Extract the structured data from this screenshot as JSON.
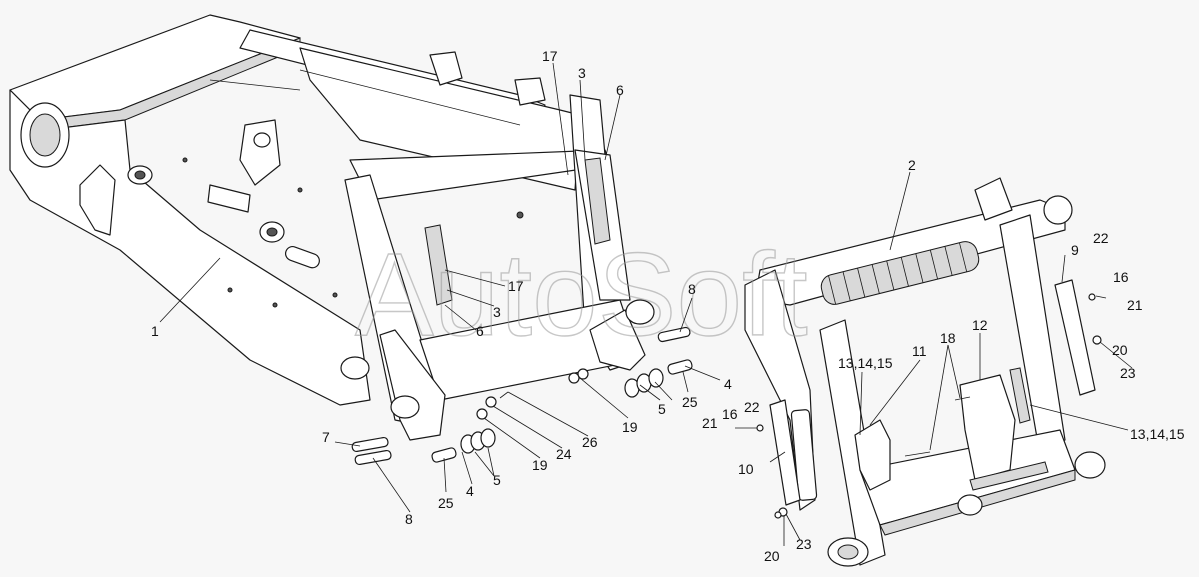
{
  "watermark": "AutoSoft",
  "callouts": [
    {
      "id": "c1",
      "text": "1"
    },
    {
      "id": "c2",
      "text": "2"
    },
    {
      "id": "c3a",
      "text": "3"
    },
    {
      "id": "c3b",
      "text": "3"
    },
    {
      "id": "c4a",
      "text": "4"
    },
    {
      "id": "c4b",
      "text": "4"
    },
    {
      "id": "c5a",
      "text": "5"
    },
    {
      "id": "c5b",
      "text": "5"
    },
    {
      "id": "c6a",
      "text": "6"
    },
    {
      "id": "c6b",
      "text": "6"
    },
    {
      "id": "c7",
      "text": "7"
    },
    {
      "id": "c8a",
      "text": "8"
    },
    {
      "id": "c8b",
      "text": "8"
    },
    {
      "id": "c9",
      "text": "9"
    },
    {
      "id": "c10",
      "text": "10"
    },
    {
      "id": "c11",
      "text": "11"
    },
    {
      "id": "c12",
      "text": "12"
    },
    {
      "id": "c131415a",
      "text": "13,14,15"
    },
    {
      "id": "c131415b",
      "text": "13,14,15"
    },
    {
      "id": "c16a",
      "text": "16"
    },
    {
      "id": "c16b",
      "text": "16"
    },
    {
      "id": "c17a",
      "text": "17"
    },
    {
      "id": "c17b",
      "text": "17"
    },
    {
      "id": "c18",
      "text": "18"
    },
    {
      "id": "c19a",
      "text": "19"
    },
    {
      "id": "c19b",
      "text": "19"
    },
    {
      "id": "c20a",
      "text": "20"
    },
    {
      "id": "c20b",
      "text": "20"
    },
    {
      "id": "c21a",
      "text": "21"
    },
    {
      "id": "c21b",
      "text": "21"
    },
    {
      "id": "c22a",
      "text": "22"
    },
    {
      "id": "c22b",
      "text": "22"
    },
    {
      "id": "c23a",
      "text": "23"
    },
    {
      "id": "c23b",
      "text": "23"
    },
    {
      "id": "c24",
      "text": "24"
    },
    {
      "id": "c25a",
      "text": "25"
    },
    {
      "id": "c25b",
      "text": "25"
    },
    {
      "id": "c26",
      "text": "26"
    }
  ]
}
